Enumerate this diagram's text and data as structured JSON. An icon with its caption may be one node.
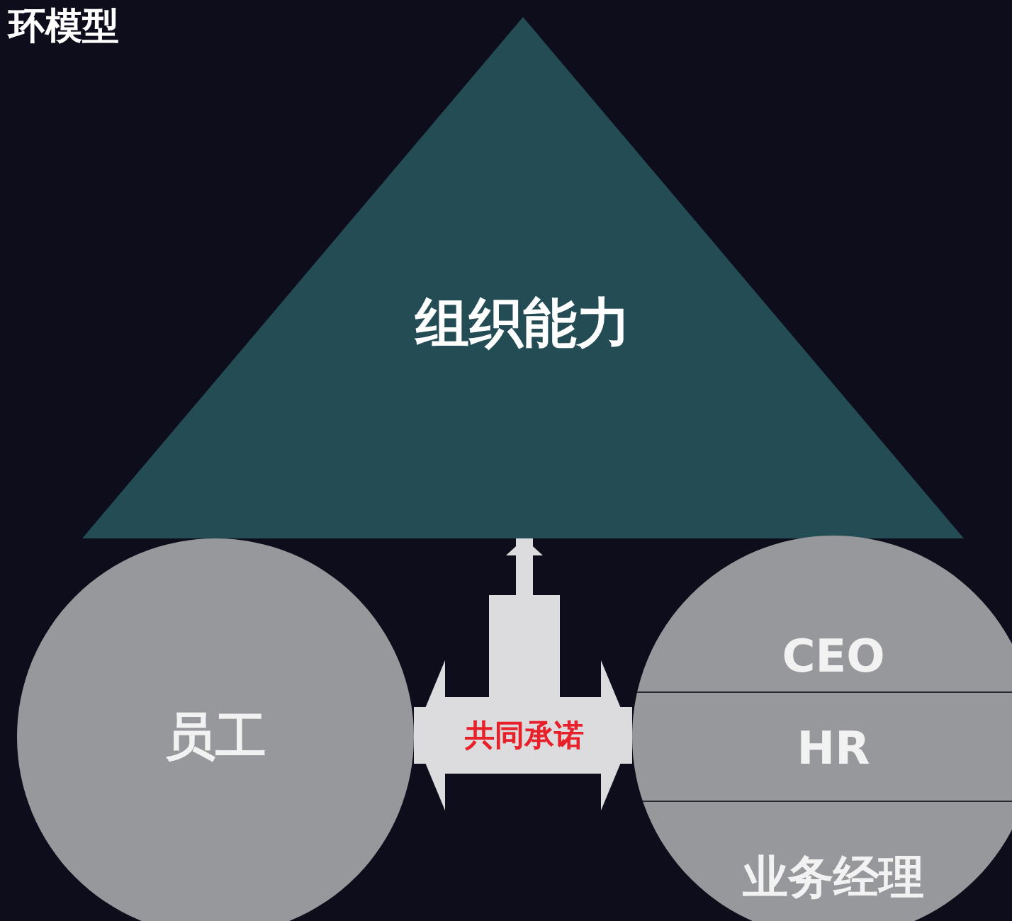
{
  "diagram": {
    "title": "环模型",
    "nodes": [
      {
        "text": [
          "组织能力"
        ]
      },
      {
        "text": [
          "员工"
        ]
      },
      {
        "text": [],
        "shape": "circle"
      },
      {
        "text": [
          "CEO"
        ],
        "in": 2
      },
      {
        "text": [
          "HR"
        ],
        "in": 2
      },
      {
        "text": [
          "业务经理"
        ],
        "in": 2
      },
      {
        "text": [
          "共同承诺"
        ]
      }
    ],
    "edges": [
      {
        "from": 6,
        "to": 1,
        "arrow": "to"
      },
      {
        "from": 6,
        "to": 2,
        "arrow": "to"
      },
      {
        "from": 6,
        "to": 0,
        "arrow": "to"
      }
    ]
  }
}
